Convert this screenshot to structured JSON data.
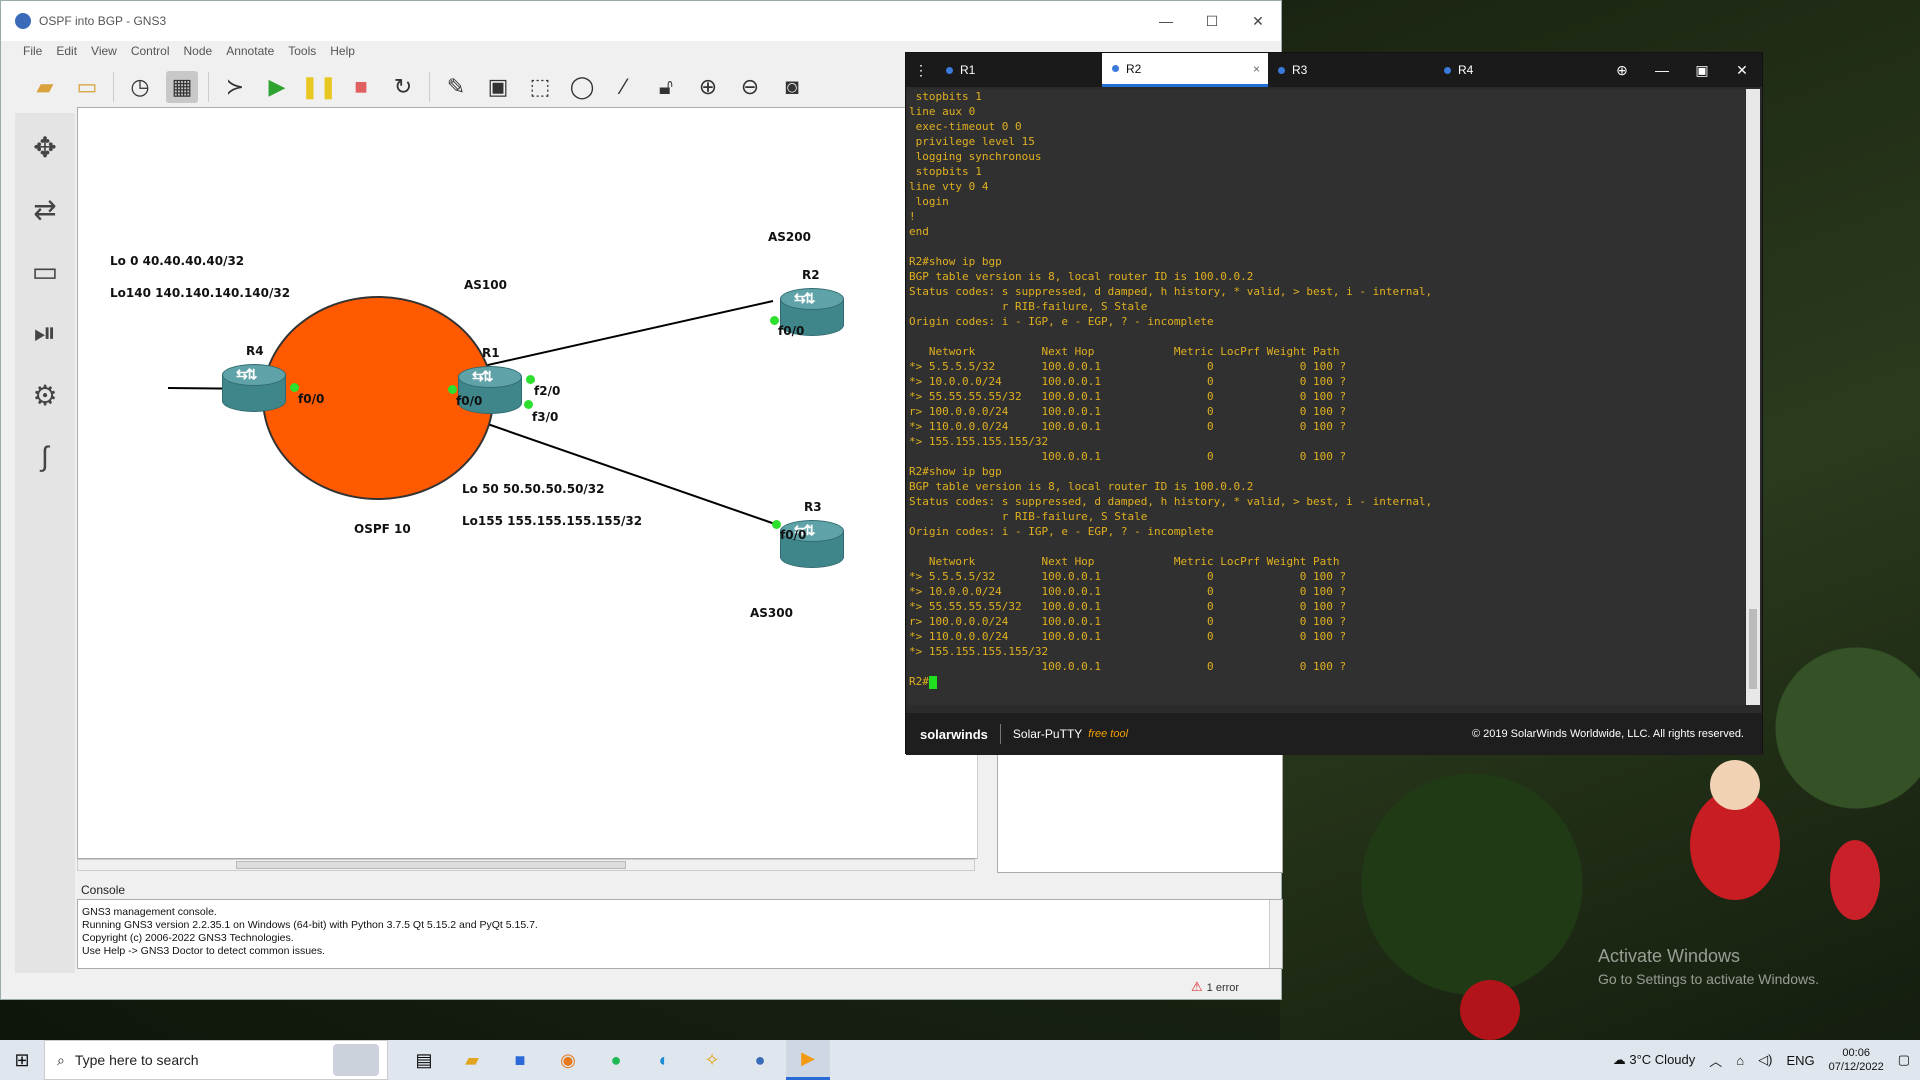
{
  "window": {
    "title": "OSPF into BGP - GNS3",
    "controls": [
      "—",
      "☐",
      "✕"
    ]
  },
  "menu": [
    "File",
    "Edit",
    "View",
    "Control",
    "Node",
    "Annotate",
    "Tools",
    "Help"
  ],
  "toolbar_icons": [
    "open-folder-icon",
    "open-project-icon",
    "clock-icon",
    "snapshot-icon",
    "console-icon",
    "start-icon",
    "pause-icon",
    "stop-icon",
    "reload-icon",
    "note-icon",
    "image-icon",
    "rectangle-icon",
    "ellipse-icon",
    "line-icon",
    "lock-icon",
    "zoom-in-icon",
    "zoom-out-icon",
    "screenshot-icon"
  ],
  "sidebar_icons": [
    "routers-icon",
    "switches-icon",
    "end-devices-icon",
    "security-devices-icon",
    "all-devices-icon",
    "add-link-icon"
  ],
  "topology": {
    "labels": {
      "lo0": "Lo 0 40.40.40.40/32",
      "lo140": "Lo140 140.140.140.140/32",
      "as100": "AS100",
      "as200": "AS200",
      "as300": "AS300",
      "lo50": "Lo 50 50.50.50.50/32",
      "lo155": "Lo155 155.155.155.155/32",
      "ospf": "OSPF 10"
    },
    "routers": {
      "r1": "R1",
      "r2": "R2",
      "r3": "R3",
      "r4": "R4"
    },
    "ports": {
      "r4_f00": "f0/0",
      "r1_f00": "f0/0",
      "r1_f20": "f2/0",
      "r1_f30": "f3/0",
      "r2_f00": "f0/0",
      "r3_f00": "f0/0"
    }
  },
  "console": {
    "title": "Console",
    "lines": [
      "GNS3 management console.",
      "Running GNS3 version 2.2.35.1 on Windows (64-bit) with Python 3.7.5 Qt 5.15.2 and PyQt 5.15.7.",
      "Copyright (c) 2006-2022 GNS3 Technologies.",
      "Use Help -> GNS3 Doctor to detect common issues."
    ]
  },
  "status": {
    "errors": "1 error"
  },
  "putty": {
    "tabs": [
      "R1",
      "R2",
      "R3",
      "R4"
    ],
    "active_tab": "R2",
    "terminal_lines": [
      " stopbits 1",
      "line aux 0",
      " exec-timeout 0 0",
      " privilege level 15",
      " logging synchronous",
      " stopbits 1",
      "line vty 0 4",
      " login",
      "!",
      "end",
      "",
      "R2#show ip bgp",
      "BGP table version is 8, local router ID is 100.0.0.2",
      "Status codes: s suppressed, d damped, h history, * valid, > best, i - internal,",
      "              r RIB-failure, S Stale",
      "Origin codes: i - IGP, e - EGP, ? - incomplete",
      "",
      "   Network          Next Hop            Metric LocPrf Weight Path",
      "*> 5.5.5.5/32       100.0.0.1                0             0 100 ?",
      "*> 10.0.0.0/24      100.0.0.1                0             0 100 ?",
      "*> 55.55.55.55/32   100.0.0.1                0             0 100 ?",
      "r> 100.0.0.0/24     100.0.0.1                0             0 100 ?",
      "*> 110.0.0.0/24     100.0.0.1                0             0 100 ?",
      "*> 155.155.155.155/32",
      "                    100.0.0.1                0             0 100 ?",
      "R2#show ip bgp",
      "BGP table version is 8, local router ID is 100.0.0.2",
      "Status codes: s suppressed, d damped, h history, * valid, > best, i - internal,",
      "              r RIB-failure, S Stale",
      "Origin codes: i - IGP, e - EGP, ? - incomplete",
      "",
      "   Network          Next Hop            Metric LocPrf Weight Path",
      "*> 5.5.5.5/32       100.0.0.1                0             0 100 ?",
      "*> 10.0.0.0/24      100.0.0.1                0             0 100 ?",
      "*> 55.55.55.55/32   100.0.0.1                0             0 100 ?",
      "r> 100.0.0.0/24     100.0.0.1                0             0 100 ?",
      "*> 110.0.0.0/24     100.0.0.1                0             0 100 ?",
      "*> 155.155.155.155/32",
      "                    100.0.0.1                0             0 100 ?"
    ],
    "prompt": "R2#",
    "footer_brand": "solarwinds",
    "footer_product": "Solar-PuTTY",
    "footer_free": "free tool",
    "footer_copyright": "© 2019 SolarWinds Worldwide, LLC. All rights reserved."
  },
  "desktop": {
    "activate_title": "Activate Windows",
    "activate_sub": "Go to Settings to activate Windows."
  },
  "taskbar": {
    "search_placeholder": "Type here to search",
    "weather": "3°C  Cloudy",
    "lang": "ENG",
    "time": "00:06",
    "date": "07/12/2022"
  },
  "colors": {
    "ospf_area": "#ff5a00",
    "terminal_text": "#e0b020",
    "link_dot": "#2ee02e",
    "router": "#3f868b"
  }
}
